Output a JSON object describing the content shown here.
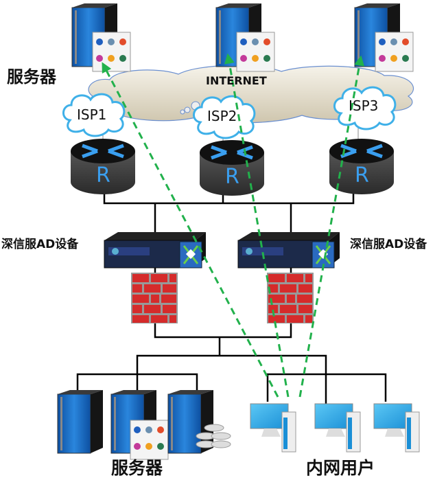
{
  "labels": {
    "top_servers": "服务器",
    "internet": "INTERNET",
    "isp1": "ISP1",
    "isp2": "ISP2",
    "isp3": "ISP3",
    "router": "R",
    "ad_left": "深信服AD设备",
    "ad_right": "深信服AD设备",
    "bottom_servers": "服务器",
    "intranet_users": "内网用户"
  },
  "colors": {
    "path": "#22b14c",
    "router_arrow": "#3a9ff0",
    "firewall": "#d52b2b",
    "server": "#1e72c8",
    "cloud": "#e5dfcf",
    "isp_cloud_border": "#3fb0e8"
  }
}
